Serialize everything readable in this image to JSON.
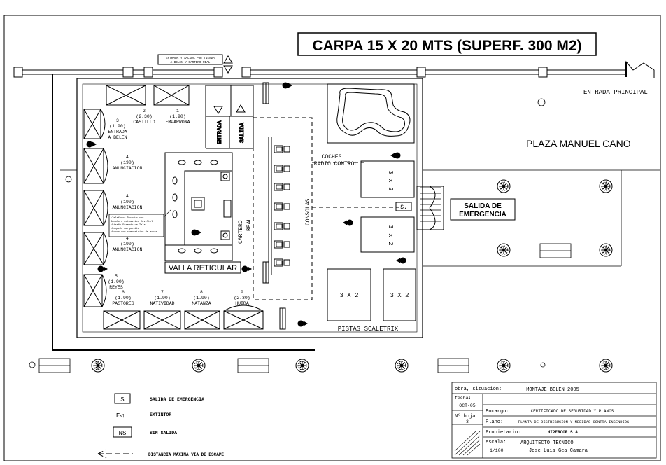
{
  "title": "CARPA 15 X 20 MTS (SUPERF. 300 M2)",
  "entrance_note_lines": [
    "ENTRADA Y SALIDA POR TIENDA",
    "A BELEN Y CARTERO REAL"
  ],
  "labels": {
    "entrada_principal": "ENTRADA PRINCIPAL",
    "plaza": "PLAZA MANUEL CANO",
    "entrada": "ENTRADA",
    "salida": "SALIDA",
    "coches_1": "COCHES",
    "coches_2": "RADIO CONTROL",
    "cartero_1": "CARTERO",
    "cartero_2": "REAL",
    "consolas": "CONSOLAS",
    "valla": "VALLA RETICULAR",
    "pistas": "PISTAS SCALETRIX",
    "salida_emergencia_1": "SALIDA DE",
    "salida_emergencia_2": "EMERGENCIA",
    "s_box": "S."
  },
  "mesa_3x2": "3 X 2",
  "mesa_3x2_rot": [
    "3",
    "x",
    "2"
  ],
  "scenes": [
    {
      "num": "1",
      "h": "(1.90)",
      "name": "EMPARRONA"
    },
    {
      "num": "2",
      "h": "(2.30)",
      "name": "CASTILLO"
    },
    {
      "num": "3",
      "h": "(1.90)",
      "name": "ENTRADA",
      "name2": "A BELEN"
    },
    {
      "num": "4",
      "h": "(190)",
      "name": "ANUNCIACION"
    },
    {
      "num": "4",
      "h": "(190)",
      "name": "ANUNCIACION"
    },
    {
      "num": "4",
      "h": "(190)",
      "name": "ANUNCIACION"
    },
    {
      "num": "5",
      "h": "(1.90)",
      "name": "REYES"
    },
    {
      "num": "6",
      "h": "(1.90)",
      "name": "PASTORES"
    },
    {
      "num": "7",
      "h": "(1.90)",
      "name": "NATIVIDAD"
    },
    {
      "num": "8",
      "h": "(1.90)",
      "name": "MATANZA"
    },
    {
      "num": "9",
      "h": "(2.30)",
      "name": "HUIDA"
    }
  ],
  "telefono_note": [
    "•Telefonos Duroduz con",
    "Semaforo automatico Moviltel",
    "•Diseño Formado de Tela",
    "•Pequeño marquesita",
    "•Fondo con composicion de arcos"
  ],
  "legend": [
    {
      "symbol": "S",
      "text": "SALIDA DE EMERGENCIA"
    },
    {
      "symbol": "E◁",
      "text": "EXTINTOR"
    },
    {
      "symbol": "NS",
      "text": "SIN SALIDA"
    },
    {
      "symbol": "<---",
      "text": "DISTANCIA MAXIMA VIA DE ESCAPE"
    }
  ],
  "title_block": {
    "obra_label": "obra, situación:",
    "obra_value": "MONTAJE BELEN 2005",
    "fecha_label": "fecha:",
    "fecha_value": "OCT-05",
    "encargo_label": "Encargo:",
    "encargo_value": "CERTIFICADO DE SEGURIDAD Y PLANOS",
    "hoja_label": "Nº hoja",
    "hoja_value": "3",
    "plano_label": "Plano:",
    "plano_value": "PLANTA DE DISTRIBUCION Y MEDIDAS CONTRA INCENDIOS",
    "propietario_label": "Propietario:",
    "propietario_value": "HIPERCOR S.A.",
    "escala_label": "escala:",
    "escala_value": "1/100",
    "arquitecto_label": "ARQUITECTO TECNICO",
    "arquitecto_value": "Jose Luis Gea Camara"
  }
}
